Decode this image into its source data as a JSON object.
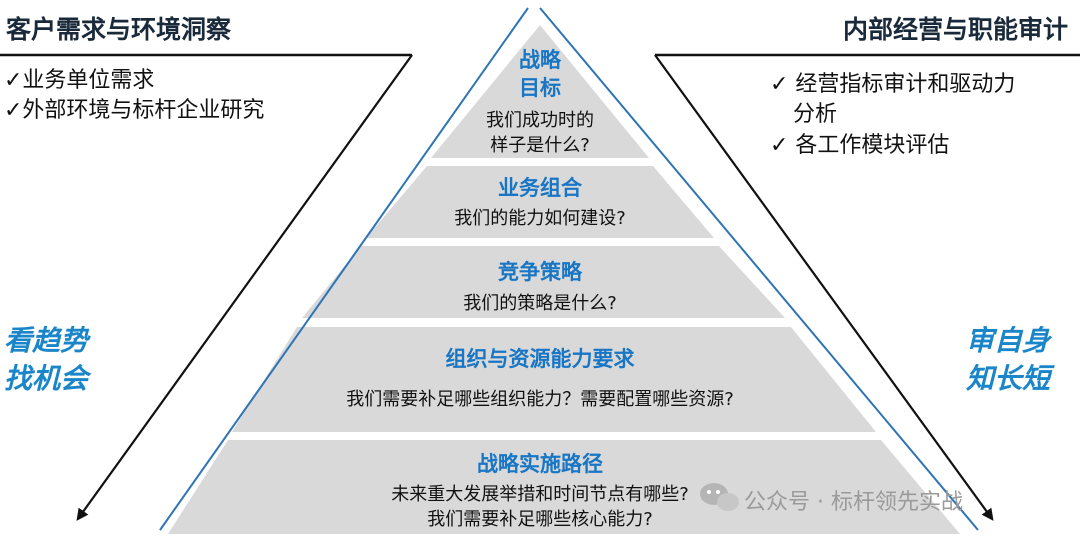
{
  "left_panel": {
    "heading": "客户需求与环境洞察",
    "bullets": [
      "✓业务单位需求",
      "✓外部环境与标杆企业研究"
    ],
    "slogan": [
      "看趋势",
      "找机会"
    ]
  },
  "right_panel": {
    "heading": "内部经营与职能审计",
    "bullets": [
      "✓ 经营指标审计和驱动力",
      "分析",
      "✓ 各工作模块评估"
    ],
    "slogan": [
      "审自身",
      "知长短"
    ]
  },
  "pyramid": {
    "layers": [
      {
        "title": [
          "战略",
          "目标"
        ],
        "questions": [
          "我们成功时的",
          "样子是什么?"
        ]
      },
      {
        "title": [
          "业务组合"
        ],
        "questions": [
          "我们的能力如何建设?"
        ]
      },
      {
        "title": [
          "竞争策略"
        ],
        "questions": [
          "我们的策略是什么?"
        ]
      },
      {
        "title": [
          "组织与资源能力要求"
        ],
        "questions": [
          "我们需要补足哪些组织能力？需要配置哪些资源?"
        ]
      },
      {
        "title": [
          "战略实施路径"
        ],
        "questions": [
          "未来重大发展举措和时间节点有哪些?",
          "我们需要补足哪些核心能力?"
        ]
      }
    ]
  },
  "watermark": "公众号 · 标杆领先实战",
  "colors": {
    "layer_fill": "#d9d9d9",
    "title_blue": "#1976c5",
    "slogan_blue": "#1a86c9",
    "accent_line": "#2e74b5"
  }
}
